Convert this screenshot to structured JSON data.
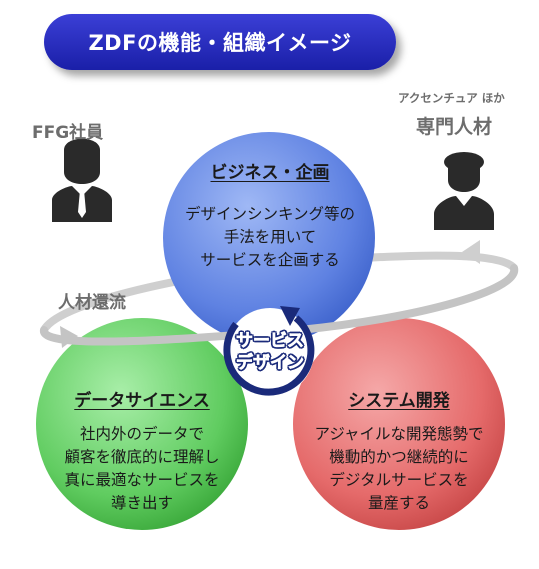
{
  "title": "ZDFの機能・組織イメージ",
  "left_group": {
    "label": "FFG社員"
  },
  "right_group": {
    "sublabel": "アクセンチュア ほか",
    "label": "専門人材"
  },
  "flow_label": "人材還流",
  "center": {
    "line1": "サービス",
    "line2": "デザイン"
  },
  "circles": {
    "business": {
      "heading": "ビジネス・企画",
      "lines": [
        "デザインシンキング等の",
        "手法を用いて",
        "サービスを企画する"
      ],
      "color": "#5b7ee0"
    },
    "data_science": {
      "heading": "データサイエンス",
      "lines": [
        "社内外のデータで",
        "顧客を徹底的に理解し",
        "真に最適なサービスを",
        "導き出す"
      ],
      "color": "#5ecb5e"
    },
    "system_dev": {
      "heading": "システム開発",
      "lines": [
        "アジャイルな開発態勢で",
        "機動的かつ継続的に",
        "デジタルサービスを",
        "量産する"
      ],
      "color": "#e46a6a"
    }
  },
  "colors": {
    "title_bg": "#2a2fc4",
    "cycle_arrow": "#1a2a7a",
    "person_icon": "#2a2a2a",
    "flow_arrow": "#b8b8b8"
  }
}
